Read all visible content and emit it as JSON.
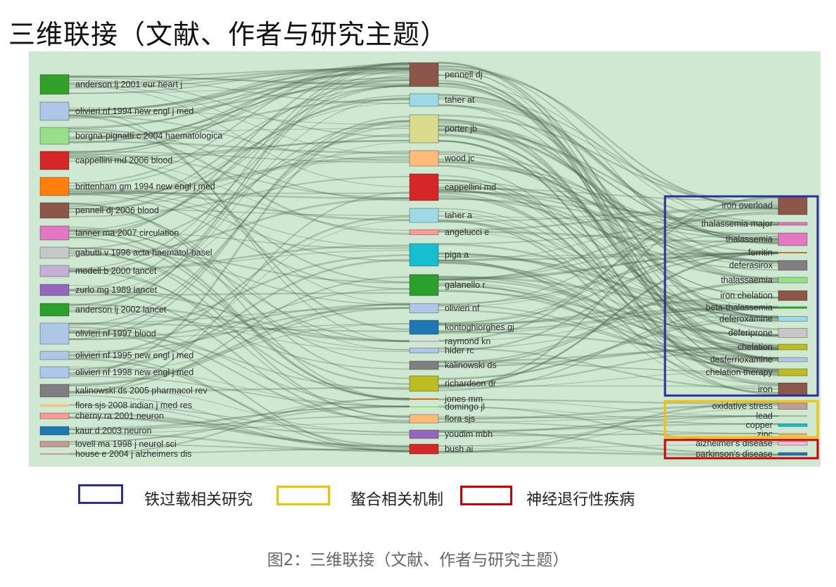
{
  "title": "三维联接（文献、作者与研究主题）",
  "columns": {
    "left": [
      {
        "label": "anderson lj 2001 eur heart j",
        "color": "#33a02c"
      },
      {
        "label": "olivieri nf 1994 new engl j med",
        "color": "#aec7e8"
      },
      {
        "label": "borgna-pignatti c 2004 haematologica",
        "color": "#98df8a"
      },
      {
        "label": "cappellini md 2006 blood",
        "color": "#d62728"
      },
      {
        "label": "brittenham gm 1994 new engl j med",
        "color": "#ff7f0e"
      },
      {
        "label": "pennell dj 2006 blood",
        "color": "#8c564b"
      },
      {
        "label": "tanner ma 2007 circulation",
        "color": "#e377c2"
      },
      {
        "label": "gabutti v 1996 acta haematol-basel",
        "color": "#c7c7c7"
      },
      {
        "label": "modell b 2000 lancet",
        "color": "#c5b0d5"
      },
      {
        "label": "zurlo mg 1989 lancet",
        "color": "#9467bd"
      },
      {
        "label": "anderson lj 2002 lancet",
        "color": "#2ca02c"
      },
      {
        "label": "olivieri nf 1997 blood",
        "color": "#aec7e8"
      },
      {
        "label": "olivieri nf 1995 new engl j med",
        "color": "#aec7e8"
      },
      {
        "label": "olivieri nf 1998 new engl j med",
        "color": "#aec7e8"
      },
      {
        "label": "kalinowski ds 2005 pharmacol rev",
        "color": "#7f7f7f"
      },
      {
        "label": "flora sjs 2008 indian j med res",
        "color": "#ffbb78"
      },
      {
        "label": "cherny ra 2001 neuron",
        "color": "#ff9896"
      },
      {
        "label": "kaur d 2003 neuron",
        "color": "#1f77b4"
      },
      {
        "label": "lovell ma 1998 j neurol sci",
        "color": "#c49c94"
      },
      {
        "label": "house e 2004 j alzheimers dis",
        "color": "#c49c94"
      }
    ],
    "middle": [
      {
        "label": "pennell dj",
        "color": "#8c564b"
      },
      {
        "label": "taher at",
        "color": "#9edae5"
      },
      {
        "label": "porter jb",
        "color": "#dbdb8d"
      },
      {
        "label": "wood jc",
        "color": "#ffbb78"
      },
      {
        "label": "cappellini md",
        "color": "#d62728"
      },
      {
        "label": "taher a",
        "color": "#9edae5"
      },
      {
        "label": "angelucci e",
        "color": "#ff9896"
      },
      {
        "label": "piga a",
        "color": "#17becf"
      },
      {
        "label": "galanello r",
        "color": "#2ca02c"
      },
      {
        "label": "olivieri nf",
        "color": "#aec7e8"
      },
      {
        "label": "kontoghiorghes gj",
        "color": "#1f77b4"
      },
      {
        "label": "raymond kn",
        "color": "#c5b0d5"
      },
      {
        "label": "hider rc",
        "color": "#aec7e8"
      },
      {
        "label": "kalinowski ds",
        "color": "#7f7f7f"
      },
      {
        "label": "richardson dr",
        "color": "#bcbd22"
      },
      {
        "label": "jones mm",
        "color": "#d2691e"
      },
      {
        "label": "domingo jl",
        "color": "#98df8a"
      },
      {
        "label": "flora sjs",
        "color": "#ffbb78"
      },
      {
        "label": "youdim mbh",
        "color": "#9467bd"
      },
      {
        "label": "bush ai",
        "color": "#d62728"
      }
    ],
    "right": [
      {
        "label": "iron overload",
        "color": "#8c564b"
      },
      {
        "label": "thalassemia major",
        "color": "#e377c2"
      },
      {
        "label": "thalassemia",
        "color": "#e377c2"
      },
      {
        "label": "ferritin",
        "color": "#b5773a"
      },
      {
        "label": "deferasirox",
        "color": "#7f7f7f"
      },
      {
        "label": "thalassaemia",
        "color": "#98df8a"
      },
      {
        "label": "iron chelation",
        "color": "#8c564b"
      },
      {
        "label": "beta-thalassemia",
        "color": "#2ca02c"
      },
      {
        "label": "deferoxamine",
        "color": "#9edae5"
      },
      {
        "label": "deferiprone",
        "color": "#c7c7c7"
      },
      {
        "label": "chelation",
        "color": "#bcbd22"
      },
      {
        "label": "desferrioxamine",
        "color": "#aec7e8"
      },
      {
        "label": "chelation therapy",
        "color": "#bcbd22"
      },
      {
        "label": "iron",
        "color": "#8c564b"
      },
      {
        "label": "oxidative stress",
        "color": "#c49c94"
      },
      {
        "label": "lead",
        "color": "#a0a080"
      },
      {
        "label": "copper",
        "color": "#17becf"
      },
      {
        "label": "zinc",
        "color": "#d2a060"
      },
      {
        "label": "alzheimer's disease",
        "color": "#f7b6d2"
      },
      {
        "label": "parkinson's disease",
        "color": "#1f77b4"
      }
    ]
  },
  "groups": [
    {
      "label": "铁过载相关研究",
      "color": "#2b2f9a"
    },
    {
      "label": "螯合相关机制",
      "color": "#f5c000"
    },
    {
      "label": "神经退行性疾病",
      "color": "#cc0000"
    }
  ],
  "caption": "图2：三维联接（文献、作者与研究主题）"
}
